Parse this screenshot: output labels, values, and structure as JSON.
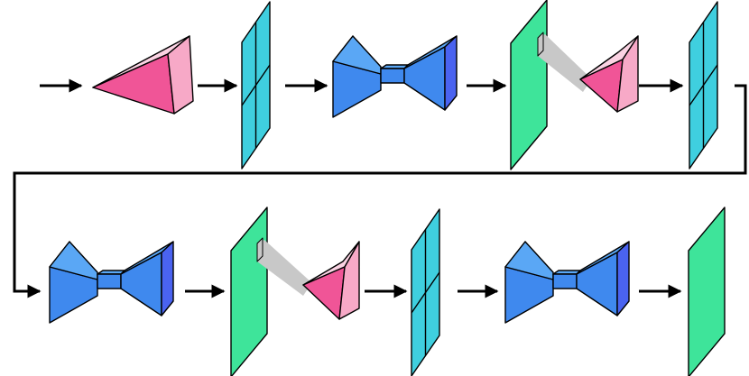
{
  "diagram": {
    "type": "pipeline",
    "rows": 2,
    "colors": {
      "stroke": "#000000",
      "grid_plane": "#3fcfdf",
      "green_plane": "#3ee49a",
      "pink_front": "#f05597",
      "pink_side": "#f7a9c7",
      "pink_top": "#fbd3e3",
      "blue_front": "#3f89ee",
      "blue_top": "#5aa7f5",
      "blue_side": "#4a63f0",
      "gray_link": "#c8c8c8"
    },
    "nodes": [
      {
        "id": "n1",
        "row": 1,
        "kind": "pyramid",
        "icon": "pink-pyramid-icon"
      },
      {
        "id": "n2",
        "row": 1,
        "kind": "grid-plane",
        "icon": "grid-plane-icon"
      },
      {
        "id": "n3",
        "row": 1,
        "kind": "bowtie",
        "icon": "blue-bowtie-icon"
      },
      {
        "id": "n4",
        "row": 1,
        "kind": "plane-with-pyramid",
        "icon": "green-plane-pyramid-icon"
      },
      {
        "id": "n5",
        "row": 1,
        "kind": "grid-plane",
        "icon": "grid-plane-icon"
      },
      {
        "id": "n6",
        "row": 2,
        "kind": "bowtie",
        "icon": "blue-bowtie-icon"
      },
      {
        "id": "n7",
        "row": 2,
        "kind": "plane-with-pyramid",
        "icon": "green-plane-pyramid-icon"
      },
      {
        "id": "n8",
        "row": 2,
        "kind": "grid-plane",
        "icon": "grid-plane-icon"
      },
      {
        "id": "n9",
        "row": 2,
        "kind": "bowtie",
        "icon": "blue-bowtie-icon"
      },
      {
        "id": "n10",
        "row": 2,
        "kind": "green-plane",
        "icon": "green-plane-icon"
      }
    ],
    "edges": [
      {
        "from": "input",
        "to": "n1"
      },
      {
        "from": "n1",
        "to": "n2"
      },
      {
        "from": "n2",
        "to": "n3"
      },
      {
        "from": "n3",
        "to": "n4"
      },
      {
        "from": "n4",
        "to": "n5"
      },
      {
        "from": "n5",
        "to": "n6",
        "style": "wrap"
      },
      {
        "from": "n6",
        "to": "n7"
      },
      {
        "from": "n7",
        "to": "n8"
      },
      {
        "from": "n8",
        "to": "n9"
      },
      {
        "from": "n9",
        "to": "n10"
      }
    ]
  }
}
